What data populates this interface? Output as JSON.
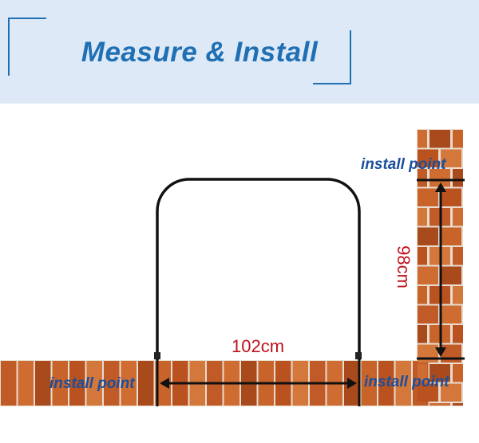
{
  "header": {
    "title": "Measure & Install"
  },
  "diagram": {
    "width_label": "102cm",
    "height_label": "98cm",
    "install_point_labels": [
      "install point",
      "install point",
      "install point"
    ]
  },
  "colors": {
    "title": "#1f6fb4",
    "header_bg": "#dde9f6",
    "dimension": "#c0111b",
    "label": "#1b4f9c",
    "brick": "#c8632a",
    "mortar": "#e8dcd0"
  }
}
